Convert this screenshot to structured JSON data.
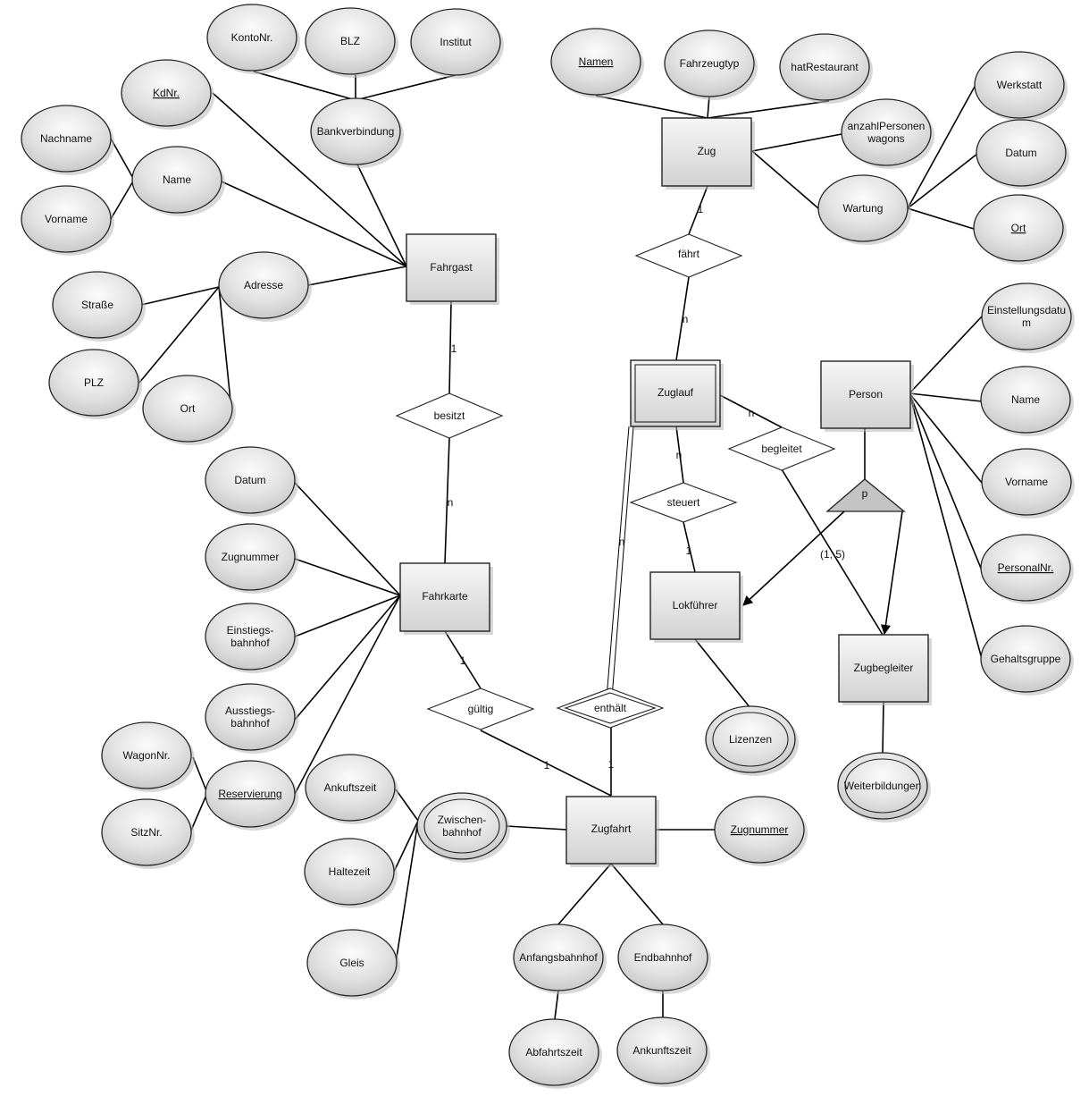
{
  "entities": {
    "fahrgast": "Fahrgast",
    "fahrkarte": "Fahrkarte",
    "zug": "Zug",
    "zuglauf": "Zuglauf",
    "zugfahrt": "Zugfahrt",
    "person": "Person",
    "lokfuehrer": "Lokführer",
    "zugbegleiter": "Zugbegleiter"
  },
  "relationships": {
    "besitzt": "besitzt",
    "faehrt": "fährt",
    "steuert": "steuert",
    "begleitet": "begleitet",
    "gueltig": "gültig",
    "enthaelt": "enthält"
  },
  "attributes": {
    "kontonr": "KontoNr.",
    "blz": "BLZ",
    "institut": "Institut",
    "bankverbindung": "Bankverbindung",
    "kdnr": "KdNr.",
    "nachname": "Nachname",
    "name_fahrgast": "Name",
    "vorname_fahrgast": "Vorname",
    "adresse": "Adresse",
    "strasse": "Straße",
    "plz": "PLZ",
    "ort_fahrgast": "Ort",
    "datum_fahrkarte": "Datum",
    "zugnummer_fahrkarte": "Zugnummer",
    "einstieg_1": "Einstiegs-",
    "einstieg_2": "bahnhof",
    "ausstieg_1": "Ausstiegs-",
    "ausstieg_2": "bahnhof",
    "wagonnr": "WagonNr.",
    "reservierung": "Reservierung",
    "sitznr": "SitzNr.",
    "ankunftszeit_zw": "Ankuftszeit",
    "haltezeit": "Haltezeit",
    "gleis": "Gleis",
    "zwischen_1": "Zwischen-",
    "zwischen_2": "bahnhof",
    "zugnummer_zugfahrt": "Zugnummer",
    "anfangsbahnhof": "Anfangsbahnhof",
    "endbahnhof": "Endbahnhof",
    "abfahrtszeit": "Abfahrtszeit",
    "ankunftszeit": "Ankunftszeit",
    "namen_zug": "Namen",
    "fahrzeugtyp": "Fahrzeugtyp",
    "hatrestaurant": "hatRestaurant",
    "anzahl_1": "anzahlPersonen",
    "anzahl_2": "wagons",
    "wartung": "Wartung",
    "werkstatt": "Werkstatt",
    "datum_wartung": "Datum",
    "ort_wartung": "Ort",
    "einstellung_1": "Einstellungsdatu",
    "einstellung_2": "m",
    "name_person": "Name",
    "vorname_person": "Vorname",
    "personalnr": "PersonalNr.",
    "gehaltsgruppe": "Gehaltsgruppe",
    "lizenzen": "Lizenzen",
    "weiterbildungen": "Weiterbildungen"
  },
  "cardinalities": {
    "fahrgast_besitzt": "1",
    "besitzt_fahrkarte": "n",
    "zug_faehrt": "1",
    "faehrt_zuglauf": "n",
    "zuglauf_steuert": "n",
    "steuert_lokfuehrer": "1",
    "zuglauf_begleitet": "n",
    "begleitet_zugbegleiter": "(1, 5)",
    "zuglauf_enthaelt": "n",
    "fahrkarte_gueltig": "1",
    "gueltig_zugfahrt": "1",
    "enthaelt_zugfahrt": "1"
  },
  "isa": {
    "label": "p"
  }
}
